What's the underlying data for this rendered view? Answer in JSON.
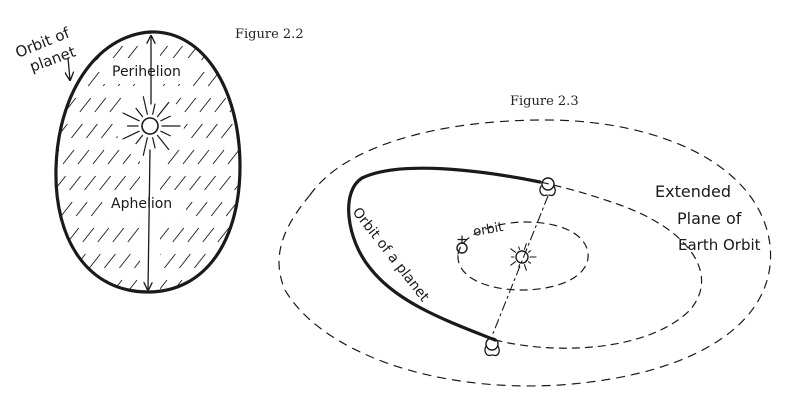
{
  "figure_2_2": {
    "caption": "Figure 2.2",
    "orbit_label_line1": "Orbit of",
    "orbit_label_line2": "planet",
    "perihelion_label": "Perihelion",
    "aphelion_label": "Aphelion"
  },
  "figure_2_3": {
    "caption": "Figure 2.3",
    "plane_label_line1": "Extended",
    "plane_label_line2": "Plane of",
    "plane_label_line3": "Earth Orbit",
    "earth_orbit_label": "orbit",
    "planet_orbit_label": "Orbit of a planet"
  },
  "icons": {
    "sun": "sun-icon",
    "planet": "planet-icon",
    "earth": "earth-icon"
  },
  "colors": {
    "ink": "#1a1a1a",
    "background": "#ffffff"
  }
}
